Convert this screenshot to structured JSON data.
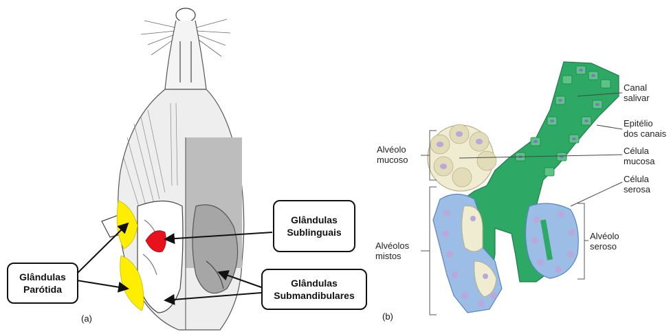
{
  "panel_a": {
    "label": "(a)",
    "callouts": {
      "sublingual": [
        "Glândulas",
        "Sublinguais"
      ],
      "parotid": [
        "Glândulas",
        "Parótida"
      ],
      "submandibular": [
        "Glândulas",
        "Submandibulares"
      ]
    },
    "colors": {
      "parotid": "#ffee00",
      "sublingual": "#e8121c",
      "sketch": "#555555"
    }
  },
  "panel_b": {
    "label": "(b)",
    "labels": {
      "canal": [
        "Canal",
        "salivar"
      ],
      "epitelio": [
        "Epitélio",
        "dos canais"
      ],
      "celula_mucosa": [
        "Célula",
        "mucosa"
      ],
      "celula_serosa": [
        "Célula",
        "serosa"
      ],
      "alveolo_mucoso": [
        "Alvéolo",
        "mucoso"
      ],
      "alveolos_mistos": [
        "Alvéolos",
        "mistos"
      ],
      "alveolo_seroso": [
        "Alvéolo",
        "seroso"
      ]
    },
    "colors": {
      "duct": "#2ea865",
      "mucous": "#f0ecd2",
      "serous": "#9bbde6",
      "nucleus": "#b8a8dc"
    }
  }
}
